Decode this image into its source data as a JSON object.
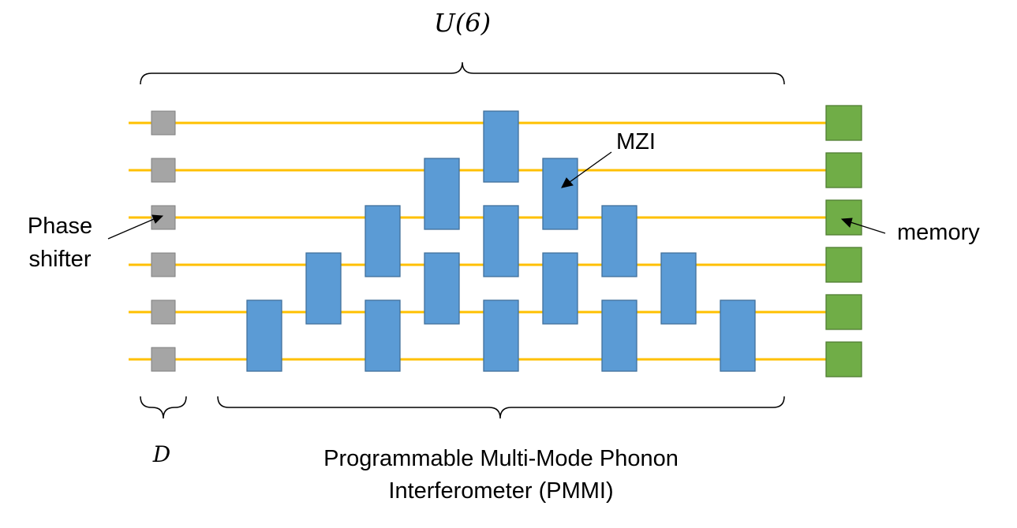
{
  "labels": {
    "unitary": "U(6)",
    "diagonal": "D",
    "pmmi_line1": "Programmable Multi-Mode Phonon",
    "pmmi_line2": "Interferometer (PMMI)",
    "mzi": "MZI",
    "phase_shifter_line1": "Phase",
    "phase_shifter_line2": "shifter",
    "memory": "memory"
  },
  "colors": {
    "waveguide": "#ffc000",
    "phase_shifter": "#a5a5a5",
    "phase_shifter_border": "#7f7f7f",
    "mzi": "#5b9bd5",
    "mzi_border": "#41719c",
    "memory": "#70ad47",
    "memory_border": "#507e32"
  },
  "modes": 6,
  "mzi_columns": [
    [
      5,
      6
    ],
    [
      4,
      5
    ],
    [
      3,
      4
    ],
    [
      5,
      6
    ],
    [
      2,
      3
    ],
    [
      4,
      5
    ],
    [
      1,
      2
    ],
    [
      3,
      4
    ],
    [
      5,
      6
    ],
    [
      2,
      3
    ],
    [
      4,
      5
    ],
    [
      3,
      4
    ],
    [
      5,
      6
    ],
    [
      4,
      5
    ],
    [
      5,
      6
    ]
  ]
}
